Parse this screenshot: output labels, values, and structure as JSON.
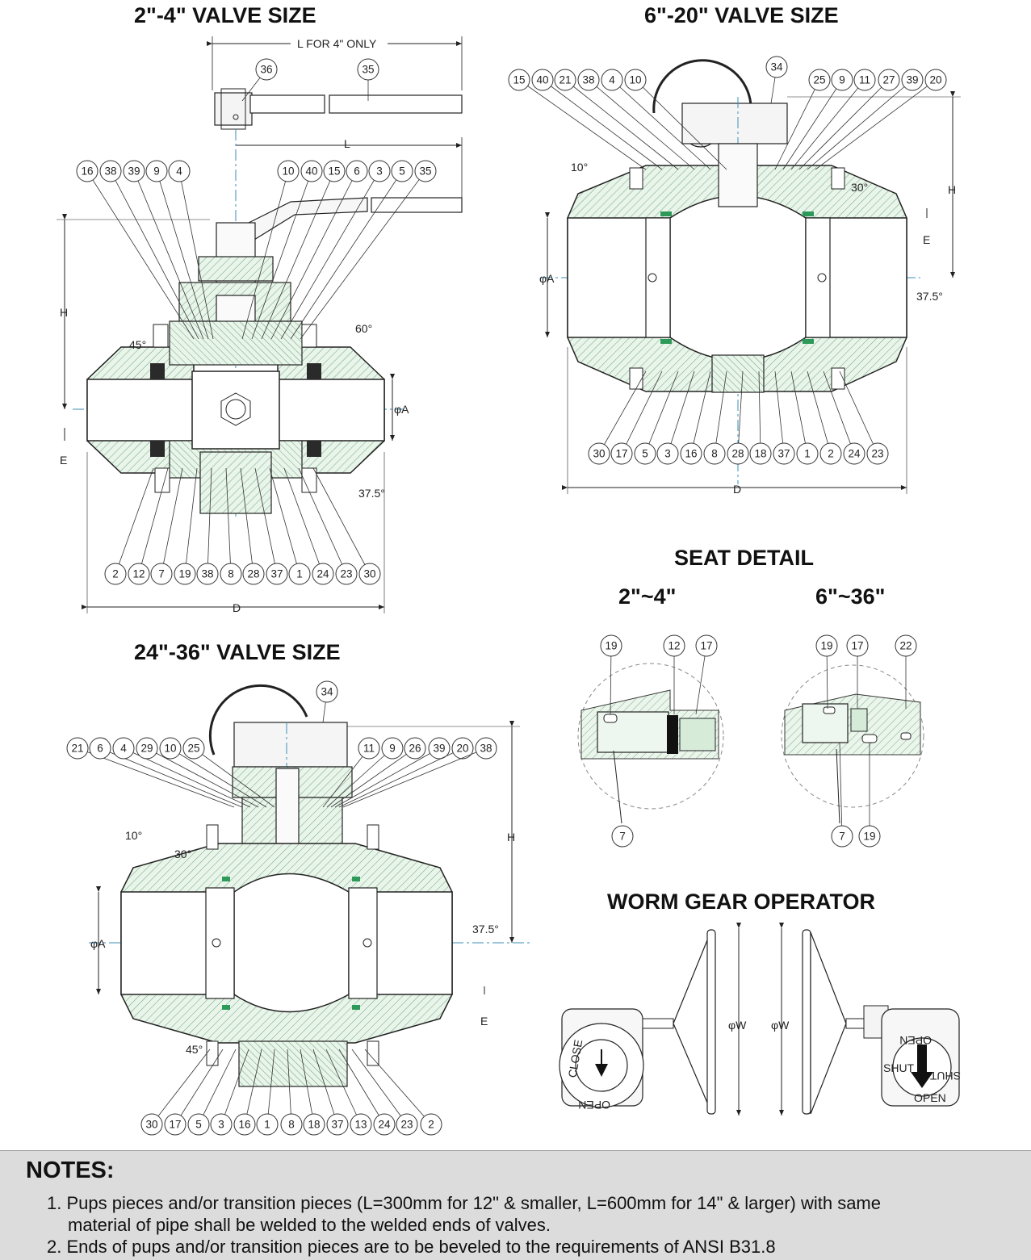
{
  "titles": {
    "v2_4": "2\"-4\" VALVE SIZE",
    "v6_20": "6\"-20\" VALVE SIZE",
    "v24_36": "24\"-36\" VALVE SIZE",
    "seat_detail": "SEAT DETAIL",
    "seat_2_4": "2\"~4\"",
    "seat_6_36": "6\"~36\"",
    "worm_gear": "WORM GEAR OPERATOR"
  },
  "dims": {
    "l_for_4": "L FOR 4\" ONLY",
    "L": "L",
    "H": "H",
    "E": "E",
    "D": "D",
    "phiA": "φA",
    "phiW": "φW",
    "a45": "45°",
    "a60": "60°",
    "a37_5": "37.5°",
    "a10": "10°",
    "a30": "30°"
  },
  "gear_labels": {
    "close": "CLOSE",
    "open": "OPEN",
    "shut": "SHUT"
  },
  "bubbles": {
    "v2_handle": [
      "36",
      "35"
    ],
    "v2_top": [
      "16",
      "38",
      "39",
      "9",
      "4",
      "10",
      "40",
      "15",
      "6",
      "3",
      "5",
      "35"
    ],
    "v2_bottom": [
      "2",
      "12",
      "7",
      "19",
      "38",
      "8",
      "28",
      "37",
      "1",
      "24",
      "23",
      "30"
    ],
    "v6_top_left": [
      "15",
      "40",
      "21",
      "38",
      "4",
      "10"
    ],
    "v6_top_34": "34",
    "v6_top_right": [
      "25",
      "9",
      "11",
      "27",
      "39",
      "20"
    ],
    "v6_bottom": [
      "30",
      "17",
      "5",
      "3",
      "16",
      "8",
      "28",
      "18",
      "37",
      "1",
      "2",
      "24",
      "23"
    ],
    "v24_top_34": "34",
    "v24_top_left": [
      "21",
      "6",
      "4",
      "29",
      "10",
      "25"
    ],
    "v24_top_right": [
      "11",
      "9",
      "26",
      "39",
      "20",
      "38"
    ],
    "v24_bottom": [
      "30",
      "17",
      "5",
      "3",
      "16",
      "1",
      "8",
      "18",
      "37",
      "13",
      "24",
      "23",
      "2"
    ],
    "seat_a_top": [
      "19",
      "12",
      "17"
    ],
    "seat_a_bottom": [
      "7"
    ],
    "seat_b_top": [
      "19",
      "17",
      "22"
    ],
    "seat_b_bottom": [
      "7",
      "19"
    ]
  },
  "notes": {
    "title": "NOTES:",
    "n1_line1": "1. Pups pieces and/or transition pieces (L=300mm for 12\" & smaller, L=600mm for 14\" & larger) with same",
    "n1_line2": "material of pipe shall be welded to the welded ends of valves.",
    "n2": "2. Ends of pups and/or transition pieces are to be beveled to the requirements of ANSI B31.8"
  }
}
